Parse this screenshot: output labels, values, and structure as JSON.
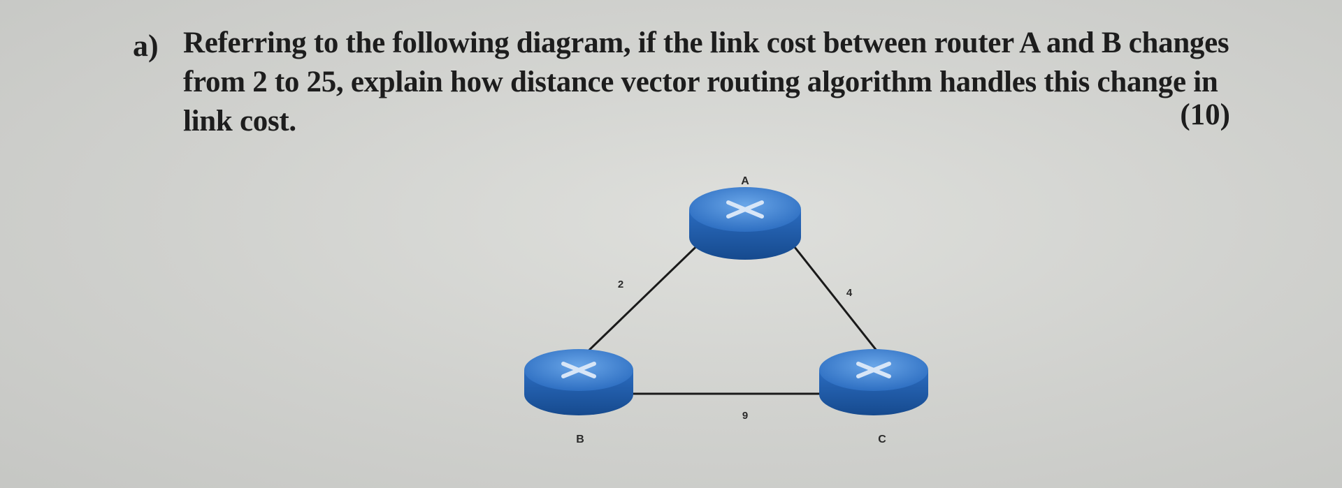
{
  "question": {
    "label": "a)",
    "text": "Referring to the following diagram, if the link cost between router A and B changes from 2 to 25, explain how distance vector routing algorithm handles this change in link cost.",
    "marks": "(10)"
  },
  "diagram": {
    "routers": [
      {
        "id": "A",
        "label": "A"
      },
      {
        "id": "B",
        "label": "B"
      },
      {
        "id": "C",
        "label": "C"
      }
    ],
    "links": [
      {
        "from": "A",
        "to": "B",
        "cost": "2"
      },
      {
        "from": "A",
        "to": "C",
        "cost": "4"
      },
      {
        "from": "B",
        "to": "C",
        "cost": "9"
      }
    ],
    "colors": {
      "router_body": "#1f5fae",
      "router_top": "#3f86d6",
      "link": "#1a1a1a"
    }
  }
}
